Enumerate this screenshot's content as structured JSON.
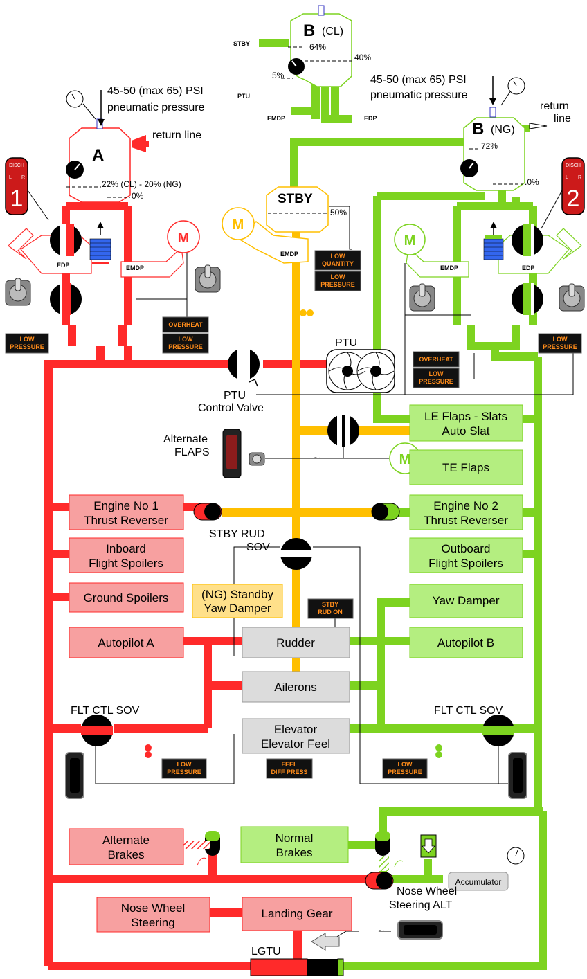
{
  "reservoirs": {
    "a": {
      "letter": "A",
      "pressure_line1": "45-50  (max 65) PSI",
      "pressure_line2": "pneumatic pressure",
      "return_line": "return line",
      "level_main": "22% (CL) - 20% (NG)",
      "level_low": "0%"
    },
    "b_cl": {
      "letter": "B",
      "variant": "(CL)",
      "level_main": "64%",
      "level_edp": "40%",
      "level_low": "5%",
      "stby": "STBY",
      "ptu": "PTU",
      "emdp": "EMDP",
      "edp": "EDP"
    },
    "b_ng": {
      "letter": "B",
      "variant": "(NG)",
      "pressure_line1": "45-50  (max 65) PSI",
      "pressure_line2": "pneumatic pressure",
      "return_line_1": "return",
      "return_line_2": "line",
      "level_main": "72%",
      "level_low": ".0%"
    },
    "stby": {
      "title": "STBY",
      "level": "50%",
      "motor": "M",
      "emdp": "EMDP"
    }
  },
  "pumps": {
    "edp": "EDP",
    "emdp": "EMDP",
    "motor": "M"
  },
  "fire_handles": {
    "left": "1",
    "right": "2",
    "disch": "DISCH",
    "l": "L",
    "r": "R"
  },
  "lights": {
    "low_pressure": [
      "LOW",
      "PRESSURE"
    ],
    "overheat": "OVERHEAT",
    "low_quantity": [
      "LOW",
      "QUANTITY"
    ],
    "stby_rud_on": [
      "STBY",
      "RUD ON"
    ],
    "feel_diff_press": [
      "FEEL",
      "DIFF PRESS"
    ]
  },
  "ptu": {
    "label": "PTU",
    "valve_line1": "PTU",
    "valve_line2": "Control Valve"
  },
  "alternate_flaps": {
    "line1": "Alternate",
    "line2": "FLAPS"
  },
  "tilde": "~",
  "stby_rud_sov": {
    "line1": "STBY RUD",
    "line2": "SOV"
  },
  "flt_ctl_sov": "FLT CTL SOV",
  "nose_wheel_alt": {
    "line1": "Nose Wheel",
    "line2": "Steering ALT"
  },
  "accumulator": "Accumulator",
  "lgtu": "LGTU",
  "boxes": {
    "engine1_tr": [
      "Engine No 1",
      "Thrust Reverser"
    ],
    "inboard_spoilers": [
      "Inboard",
      "Flight Spoilers"
    ],
    "ground_spoilers": "Ground Spoilers",
    "autopilot_a": "Autopilot A",
    "alternate_brakes": [
      "Alternate",
      "Brakes"
    ],
    "nose_wheel_steering": [
      "Nose Wheel",
      "Steering"
    ],
    "landing_gear": "Landing Gear",
    "le_flaps": [
      "LE Flaps - Slats",
      "Auto Slat"
    ],
    "te_flaps": "TE Flaps",
    "engine2_tr": [
      "Engine No 2",
      "Thrust Reverser"
    ],
    "outboard_spoilers": [
      "Outboard",
      "Flight Spoilers"
    ],
    "yaw_damper": "Yaw Damper",
    "autopilot_b": "Autopilot B",
    "normal_brakes": [
      "Normal",
      "Brakes"
    ],
    "standby_yaw_damper": [
      "(NG) Standby",
      "Yaw Damper"
    ],
    "rudder": "Rudder",
    "ailerons": "Ailerons",
    "elevator": [
      "Elevator",
      "Elevator Feel"
    ]
  },
  "colors": {
    "system_a": "#ff2a2a",
    "system_b": "#7dd320",
    "standby": "#ffbf00",
    "box_a": "#f7a0a0",
    "box_b": "#b4ee80",
    "box_stby": "#ffe08a",
    "box_common": "#dcdcdc"
  }
}
